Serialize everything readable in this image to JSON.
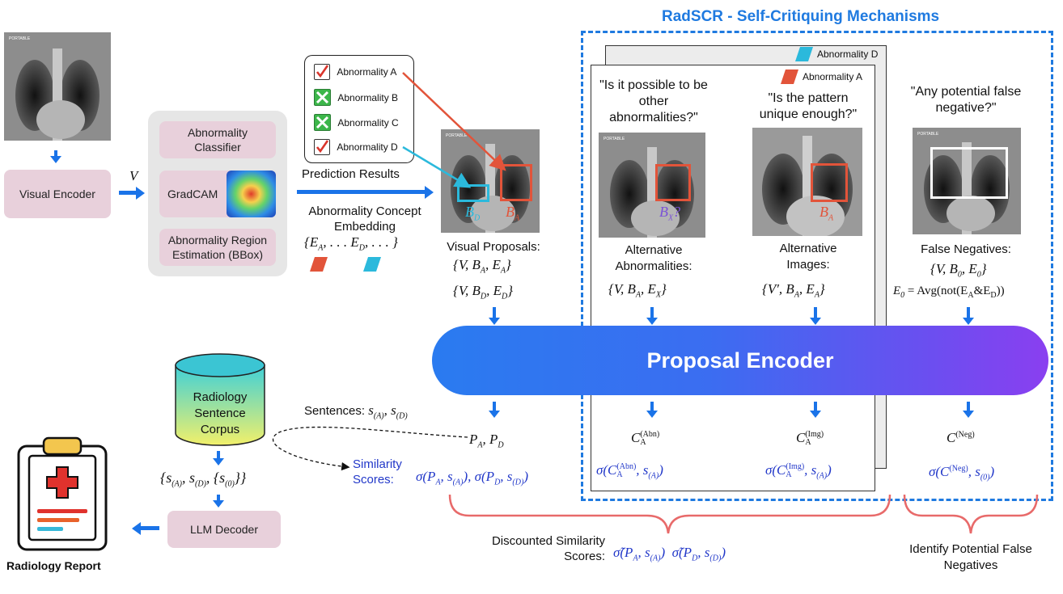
{
  "title": "RadSCR - Self-Critiquing Mechanisms",
  "visual_encoder": "Visual Encoder",
  "v_label": "V",
  "classifier_group": {
    "abnormality_classifier": "Abnormality Classifier",
    "gradcam": "GradCAM",
    "region_estimation": "Abnormality Region Estimation (BBox)"
  },
  "checklist": [
    {
      "label": "Abnormality A",
      "state": "checked"
    },
    {
      "label": "Abnormality B",
      "state": "x"
    },
    {
      "label": "Abnormality C",
      "state": "x"
    },
    {
      "label": "Abnormality D",
      "state": "checked"
    }
  ],
  "prediction_results": "Prediction Results",
  "concept_embedding": "Abnormality Concept Embedding",
  "concept_set": "{E_A, ... E_D, ...}",
  "xray_text": "PORTABLE",
  "bbox_labels": {
    "d": "B_D",
    "a": "B_A",
    "x": "B_X?"
  },
  "visual_proposals": {
    "label": "Visual Proposals:",
    "set1": "{V, B_A, E_A}",
    "set2": "{V, B_D, E_D}"
  },
  "back_card_labels": [
    "Abnormality D",
    "Abnormality A"
  ],
  "question_other": "\"Is it possible to be other abnormalities?\"",
  "question_unique": "\"Is the pattern unique enough?\"",
  "question_fn": "\"Any potential false negative?\"",
  "alt_abn": {
    "label": "Alternative Abnormalities:",
    "set": "{V, B_A, E_X}"
  },
  "alt_img": {
    "label": "Alternative Images:",
    "set": "{V', B_A, E_A}"
  },
  "false_neg": {
    "label": "False Negatives:",
    "set": "{V, B_0, E_0}",
    "def": "E_0 = Avg(not(E_A&E_D))"
  },
  "proposal_encoder": "Proposal Encoder",
  "corpus": "Radiology Sentence Corpus",
  "sentences_label": "Sentences:",
  "sentences_math": "s_(A), s_(D)",
  "p_outputs": "P_A, P_D",
  "similarity_label": "Similarity Scores:",
  "similarity_math": "σ(P_A, s_(A)), σ(P_D, s_(D))",
  "c_abn": "C_A^(Abn)",
  "c_img": "C_A^(Img)",
  "c_neg": "C^(Neg)",
  "sigma_abn": "σ(C_A^(Abn), s_(A))",
  "sigma_img": "σ(C_A^(Img), s_(A))",
  "sigma_neg": "σ(C^(Neg), s_(0))",
  "corpus_set": "{s_(A), s_(D), {s_(0)}}",
  "llm_decoder": "LLM Decoder",
  "report_label": "Radiology Report",
  "discounted_label": "Discounted Similarity Scores:",
  "discounted_math": "σ̃(P_A, s_(A))  σ̃(P_D, s_(D))",
  "identify_label": "Identify Potential False Negatives",
  "colors": {
    "accent_blue": "#1a73e8",
    "dashed_blue": "#1f7ae0",
    "red": "#e2543a",
    "cyan": "#2bb9dc",
    "pink": "#e8d0db",
    "brace": "#e86a6a"
  }
}
